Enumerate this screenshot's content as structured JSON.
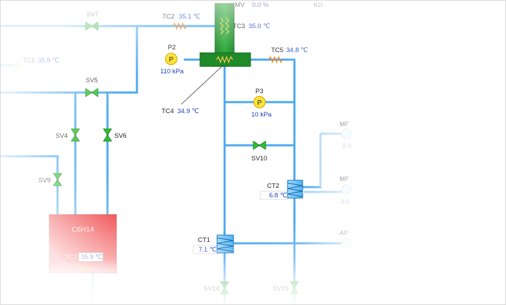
{
  "header": {
    "mv_label": "MV",
    "mv_value": "0.0 %",
    "kd_label": "KD"
  },
  "valves": {
    "sv7": "SV7",
    "sv5": "SV5",
    "sv4": "SV4",
    "sv6": "SV6",
    "sv9": "SV9",
    "sv10": "SV10",
    "sv14": "SV14",
    "sv15": "SV15"
  },
  "sensors": {
    "tc1": {
      "label": "TC1",
      "value": "35.9 ℃"
    },
    "tc2": {
      "label": "TC2",
      "value": "35.1 ℃"
    },
    "tc3": {
      "label": "TC3",
      "value": "35.0 ℃"
    },
    "tc4": {
      "label": "TC4",
      "value": "34.9 ℃"
    },
    "tc5": {
      "label": "TC5",
      "value": "34.8 ℃"
    },
    "tc7": {
      "label": "TC7",
      "value": "35.9 ℃"
    },
    "ct1": {
      "label": "CT1",
      "value": "7.1 ℃"
    },
    "ct2": {
      "label": "CT2",
      "value": "6.8 ℃"
    }
  },
  "pumps": {
    "p2": {
      "label": "P2",
      "symbol": "P",
      "value": "110 kPa"
    },
    "p3": {
      "label": "P3",
      "symbol": "P",
      "value": "10 kPa"
    }
  },
  "tank": {
    "label": "C6H14"
  },
  "right_panel": {
    "mf1": {
      "label": "MF",
      "value": "2.9"
    },
    "mf2": {
      "label": "MF",
      "value": "3.0"
    },
    "ap": {
      "label": "AP"
    }
  },
  "colors": {
    "pipe": "#4aa8f0",
    "tank": "#e8282a",
    "column": "#1f9a2a",
    "valve": "#2ec02e",
    "pump": "#ffe23a",
    "value_text": "#1a3fc0",
    "heater": "#f08a1c"
  }
}
